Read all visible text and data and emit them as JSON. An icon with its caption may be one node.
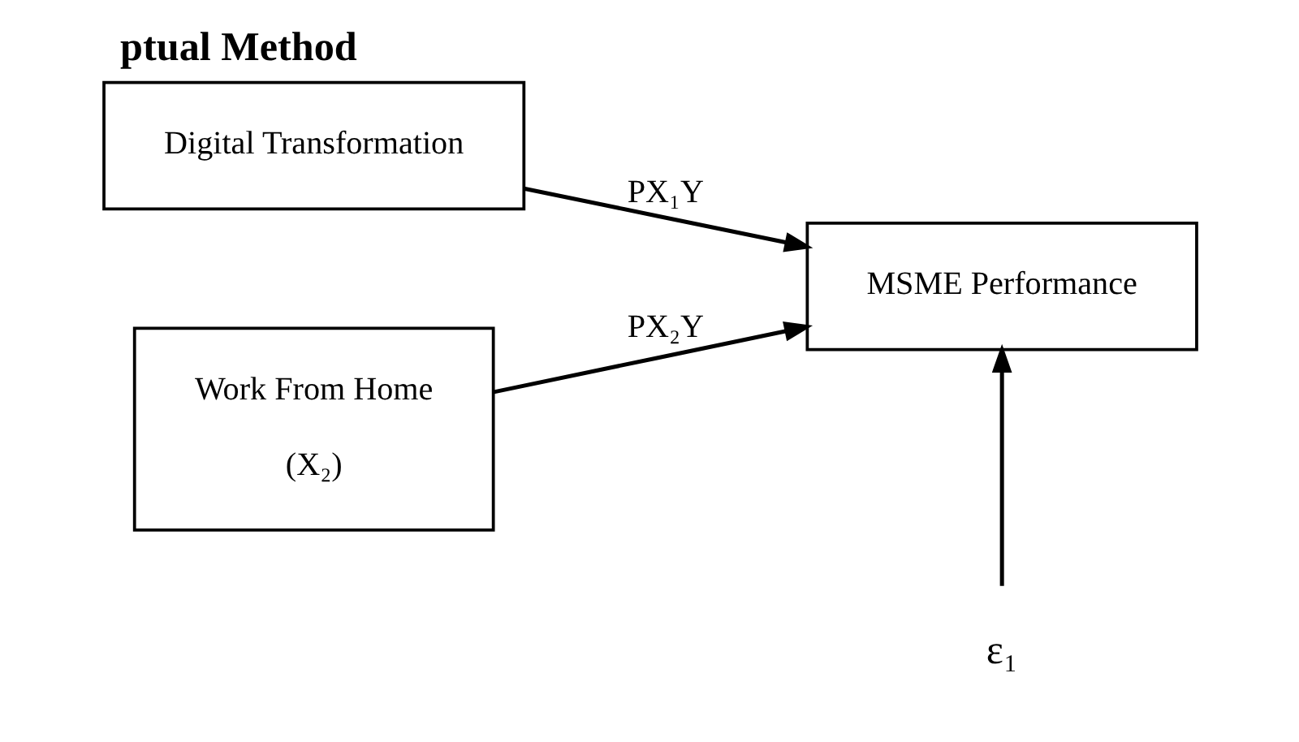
{
  "diagram": {
    "title": "ptual Method",
    "nodes": [
      {
        "text": [
          "Digital Transformation"
        ]
      },
      {
        "text": [
          "Work From Home",
          "(X₂)"
        ]
      },
      {
        "text": [
          "MSME Performance"
        ]
      },
      {
        "text": [
          "ε₁"
        ]
      }
    ],
    "edges": [
      {
        "from": 0,
        "to": 2,
        "arrow": "to",
        "label": "PX₁Y"
      },
      {
        "from": 1,
        "to": 2,
        "arrow": "to",
        "label": "PX₂Y"
      },
      {
        "from": 3,
        "to": 2,
        "arrow": "to"
      }
    ]
  }
}
